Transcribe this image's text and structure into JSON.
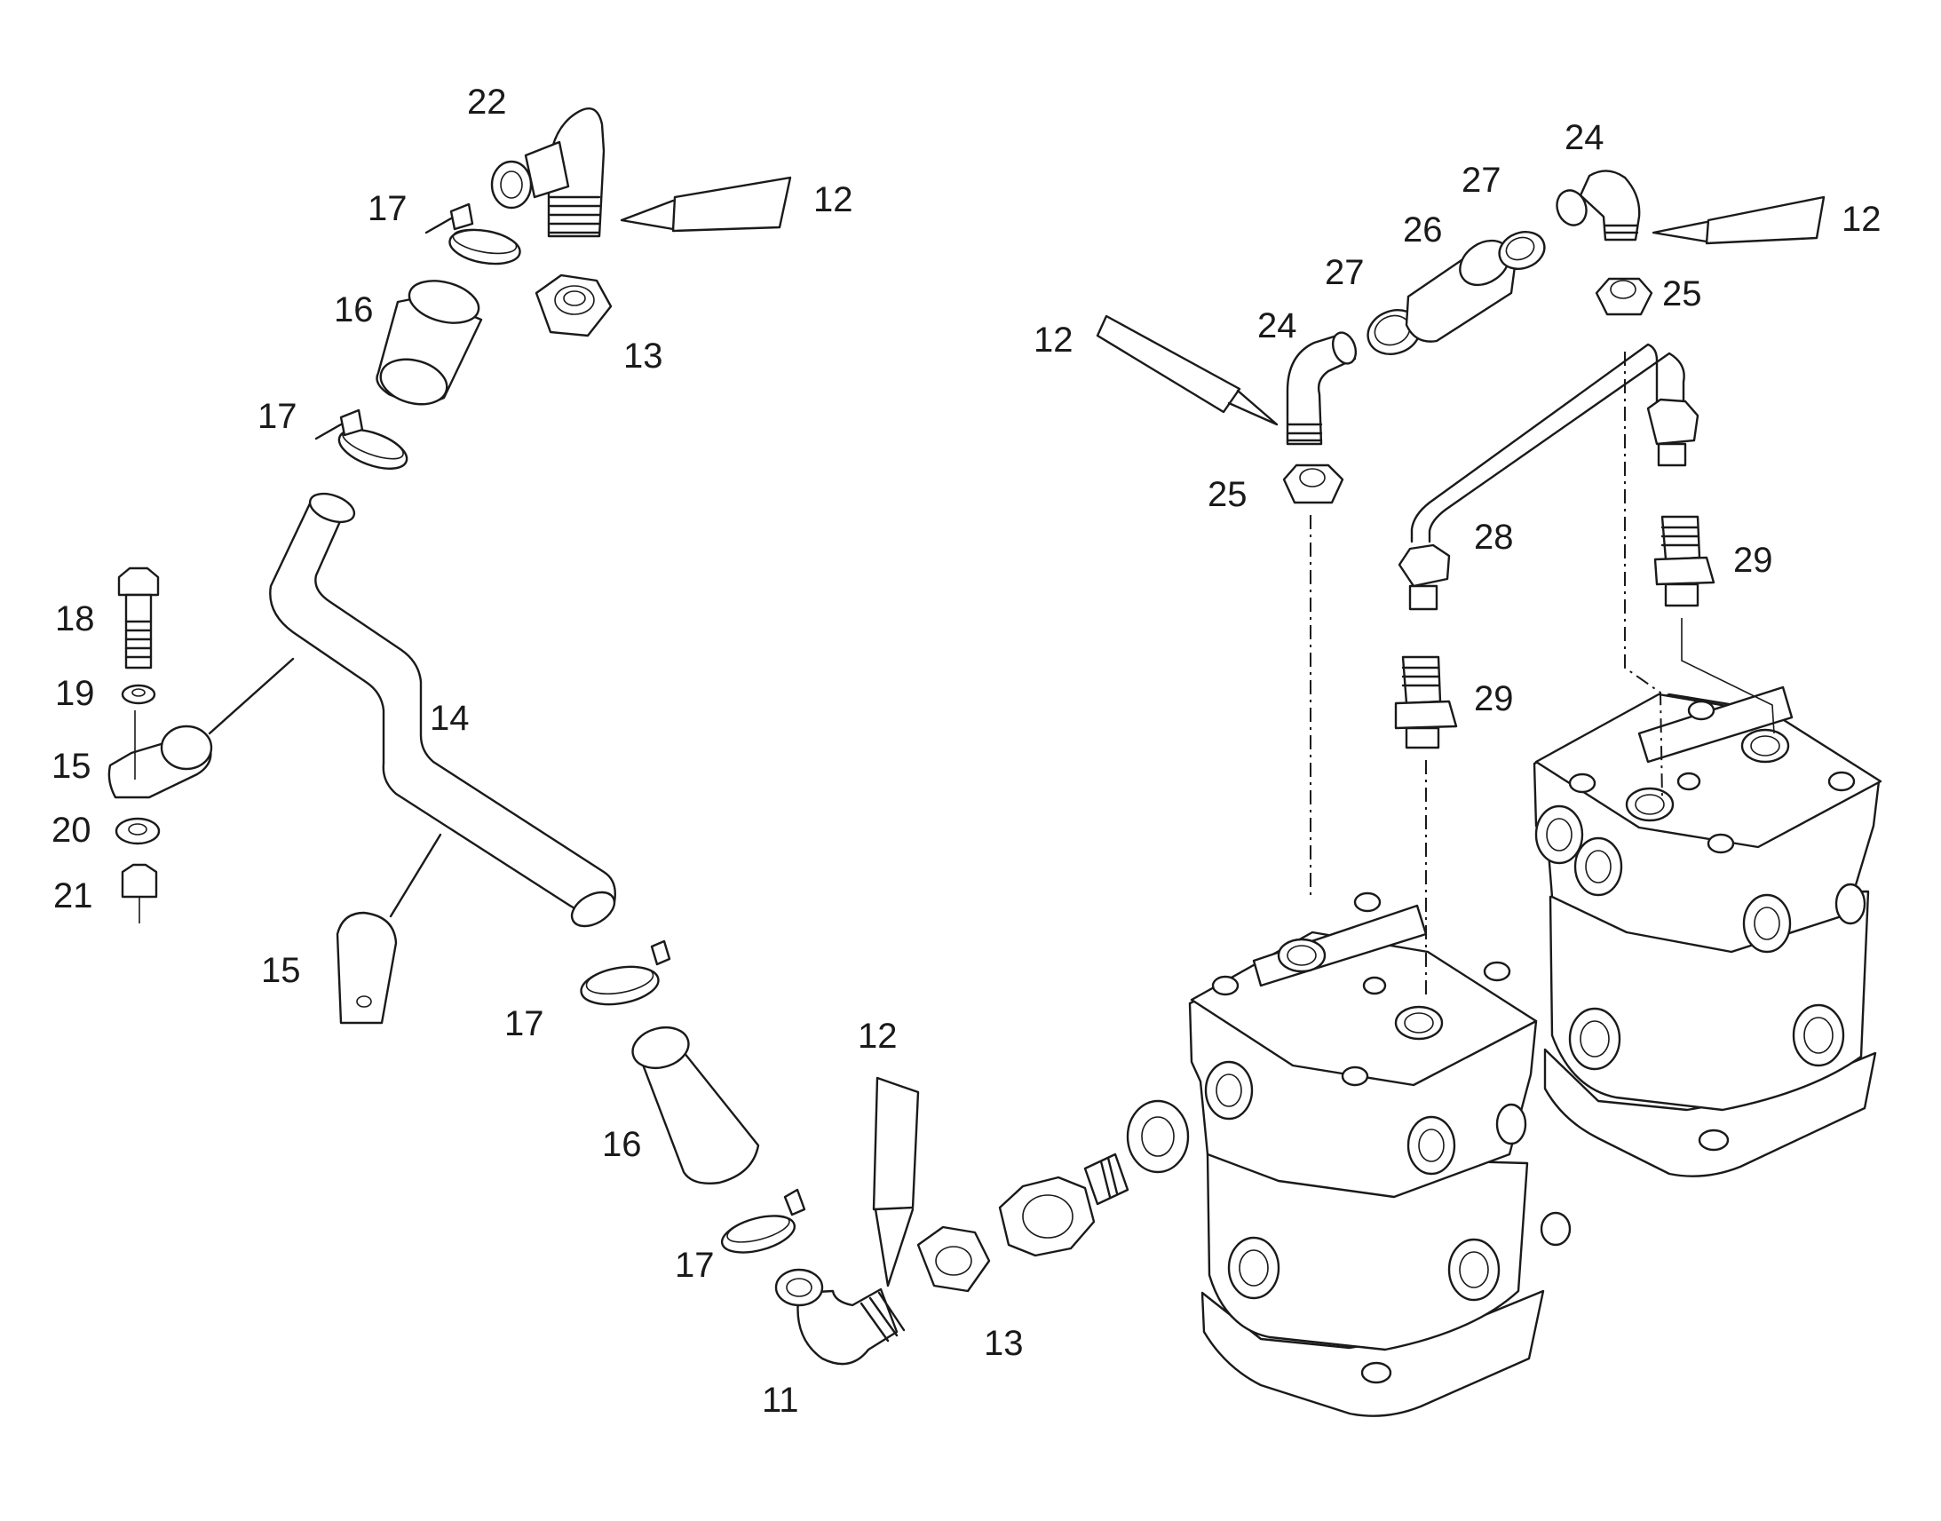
{
  "diagram": {
    "callouts": [
      {
        "id": "c22",
        "text": "22"
      },
      {
        "id": "c17a",
        "text": "17"
      },
      {
        "id": "c12a",
        "text": "12"
      },
      {
        "id": "c16a",
        "text": "16"
      },
      {
        "id": "c13a",
        "text": "13"
      },
      {
        "id": "c17b",
        "text": "17"
      },
      {
        "id": "c18",
        "text": "18"
      },
      {
        "id": "c19",
        "text": "19"
      },
      {
        "id": "c15a",
        "text": "15"
      },
      {
        "id": "c20",
        "text": "20"
      },
      {
        "id": "c21",
        "text": "21"
      },
      {
        "id": "c14",
        "text": "14"
      },
      {
        "id": "c15b",
        "text": "15"
      },
      {
        "id": "c17c",
        "text": "17"
      },
      {
        "id": "c16b",
        "text": "16"
      },
      {
        "id": "c17d",
        "text": "17"
      },
      {
        "id": "c12b",
        "text": "12"
      },
      {
        "id": "c11",
        "text": "11"
      },
      {
        "id": "c13b",
        "text": "13"
      },
      {
        "id": "c24a",
        "text": "24"
      },
      {
        "id": "c27a",
        "text": "27"
      },
      {
        "id": "c26",
        "text": "26"
      },
      {
        "id": "c27b",
        "text": "27"
      },
      {
        "id": "c24b",
        "text": "24"
      },
      {
        "id": "c12c",
        "text": "12"
      },
      {
        "id": "c12d",
        "text": "12"
      },
      {
        "id": "c25a",
        "text": "25"
      },
      {
        "id": "c25b",
        "text": "25"
      },
      {
        "id": "c28",
        "text": "28"
      },
      {
        "id": "c29a",
        "text": "29"
      },
      {
        "id": "c29b",
        "text": "29"
      }
    ]
  }
}
